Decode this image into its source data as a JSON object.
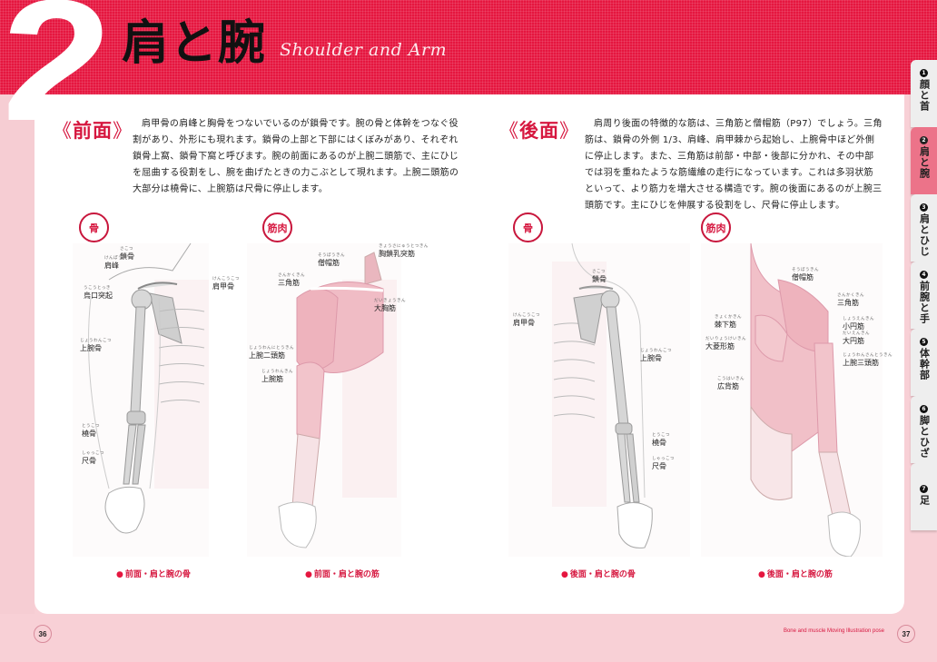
{
  "header": {
    "chapter_number": "2",
    "title": "肩と腕",
    "subtitle": "Shoulder and Arm",
    "band_color": "#e5163f"
  },
  "front": {
    "heading": "前面",
    "bracket_open": "《",
    "bracket_close": "》",
    "body": "肩甲骨の肩峰と胸骨をつないでいるのが鎖骨です。腕の骨と体幹をつなぐ役割があり、外形にも現れます。鎖骨の上部と下部にはくぼみがあり、それぞれ鎖骨上窩、鎖骨下窩と呼びます。腕の前面にあるのが上腕二頭筋で、主にひじを屈曲する役割をし、腕を曲げたときの力こぶとして現れます。上腕二頭筋の大部分は橈骨に、上腕筋は尺骨に停止します。",
    "bone": {
      "badge": "骨",
      "labels": [
        {
          "text": "鎖骨",
          "ruby": "さこつ"
        },
        {
          "text": "肩峰",
          "ruby": "けんぽう"
        },
        {
          "text": "肩甲骨",
          "ruby": "けんこうこつ"
        },
        {
          "text": "烏口突起",
          "ruby": "うこうとっき"
        },
        {
          "text": "上腕骨",
          "ruby": "じょうわんこつ"
        },
        {
          "text": "橈骨",
          "ruby": "とうこつ"
        },
        {
          "text": "尺骨",
          "ruby": "しゃっこつ"
        }
      ],
      "caption": "前面・肩と腕の骨"
    },
    "muscle": {
      "badge": "筋肉",
      "labels": [
        {
          "text": "胸鎖乳突筋",
          "ruby": "きょうさにゅうとつきん"
        },
        {
          "text": "僧帽筋",
          "ruby": "そうぼうきん"
        },
        {
          "text": "三角筋",
          "ruby": "さんかくきん"
        },
        {
          "text": "大胸筋",
          "ruby": "だいきょうきん"
        },
        {
          "text": "上腕二頭筋",
          "ruby": "じょうわんにとうきん"
        },
        {
          "text": "上腕筋",
          "ruby": "じょうわんきん"
        }
      ],
      "caption": "前面・肩と腕の筋"
    }
  },
  "back": {
    "heading": "後面",
    "bracket_open": "《",
    "bracket_close": "》",
    "body": "肩周り後面の特徴的な筋は、三角筋と僧帽筋（P97）でしょう。三角筋は、鎖骨の外側 1/3、肩峰、肩甲棘から起始し、上腕骨中ほど外側に停止します。また、三角筋は前部・中部・後部に分かれ、その中部では羽を重ねたような筋繊維の走行になっています。これは多羽状筋といって、より筋力を増大させる構造です。腕の後面にあるのが上腕三頭筋です。主にひじを伸展する役割をし、尺骨に停止します。",
    "bone": {
      "badge": "骨",
      "labels": [
        {
          "text": "鎖骨",
          "ruby": "さこつ"
        },
        {
          "text": "肩甲骨",
          "ruby": "けんこうこつ"
        },
        {
          "text": "上腕骨",
          "ruby": "じょうわんこつ"
        },
        {
          "text": "橈骨",
          "ruby": "とうこつ"
        },
        {
          "text": "尺骨",
          "ruby": "しゃっこつ"
        }
      ],
      "caption": "後面・肩と腕の骨"
    },
    "muscle": {
      "badge": "筋肉",
      "labels": [
        {
          "text": "僧帽筋",
          "ruby": "そうぼうきん"
        },
        {
          "text": "三角筋",
          "ruby": "さんかくきん"
        },
        {
          "text": "棘下筋",
          "ruby": "きょくかきん"
        },
        {
          "text": "小円筋",
          "ruby": "しょうえんきん"
        },
        {
          "text": "大円筋",
          "ruby": "だいえんきん"
        },
        {
          "text": "大菱形筋",
          "ruby": "だいりょうけいきん"
        },
        {
          "text": "上腕三頭筋",
          "ruby": "じょうわんさんとうきん"
        },
        {
          "text": "広背筋",
          "ruby": "こうはいきん"
        }
      ],
      "caption": "後面・肩と腕の筋"
    }
  },
  "side_tabs": [
    {
      "num": "1",
      "label": "顔と首",
      "active": false
    },
    {
      "num": "2",
      "label": "肩と腕",
      "active": true
    },
    {
      "num": "3",
      "label": "肩とひじ",
      "active": false
    },
    {
      "num": "4",
      "label": "前腕と手",
      "active": false
    },
    {
      "num": "5",
      "label": "体幹部",
      "active": false
    },
    {
      "num": "6",
      "label": "脚とひざ",
      "active": false
    },
    {
      "num": "7",
      "label": "足",
      "active": false
    }
  ],
  "footer": {
    "left_page": "36",
    "right_page": "37",
    "tagline": "Bone and muscle Moving Illustration pose"
  },
  "colors": {
    "accent": "#e5163f",
    "heading": "#d6173f",
    "background": "#f8d0d6",
    "active_tab": "#ec7389"
  }
}
